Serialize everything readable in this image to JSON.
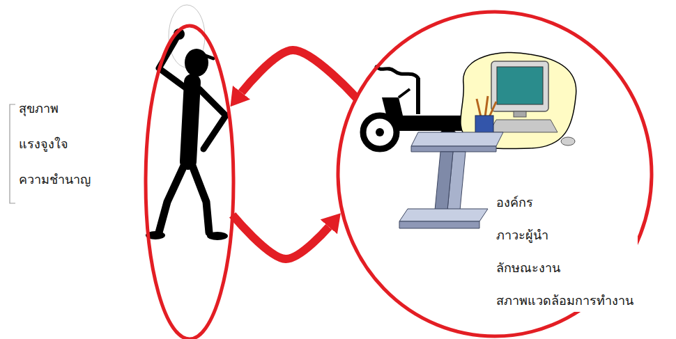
{
  "diagram": {
    "nodes": [
      {
        "text": [
          "สุขภาพ",
          "แรงจูงใจ",
          "ความชำนาญ"
        ]
      },
      {
        "text": [
          "องค์กร",
          "ภาวะผู้นำ",
          "ลักษณะงาน",
          "สภาพแวดล้อมการทำงาน"
        ]
      }
    ],
    "edges": [
      {
        "from": 1,
        "to": 0,
        "arrow": "to"
      },
      {
        "from": 0,
        "to": 1,
        "arrow": "to"
      }
    ]
  }
}
